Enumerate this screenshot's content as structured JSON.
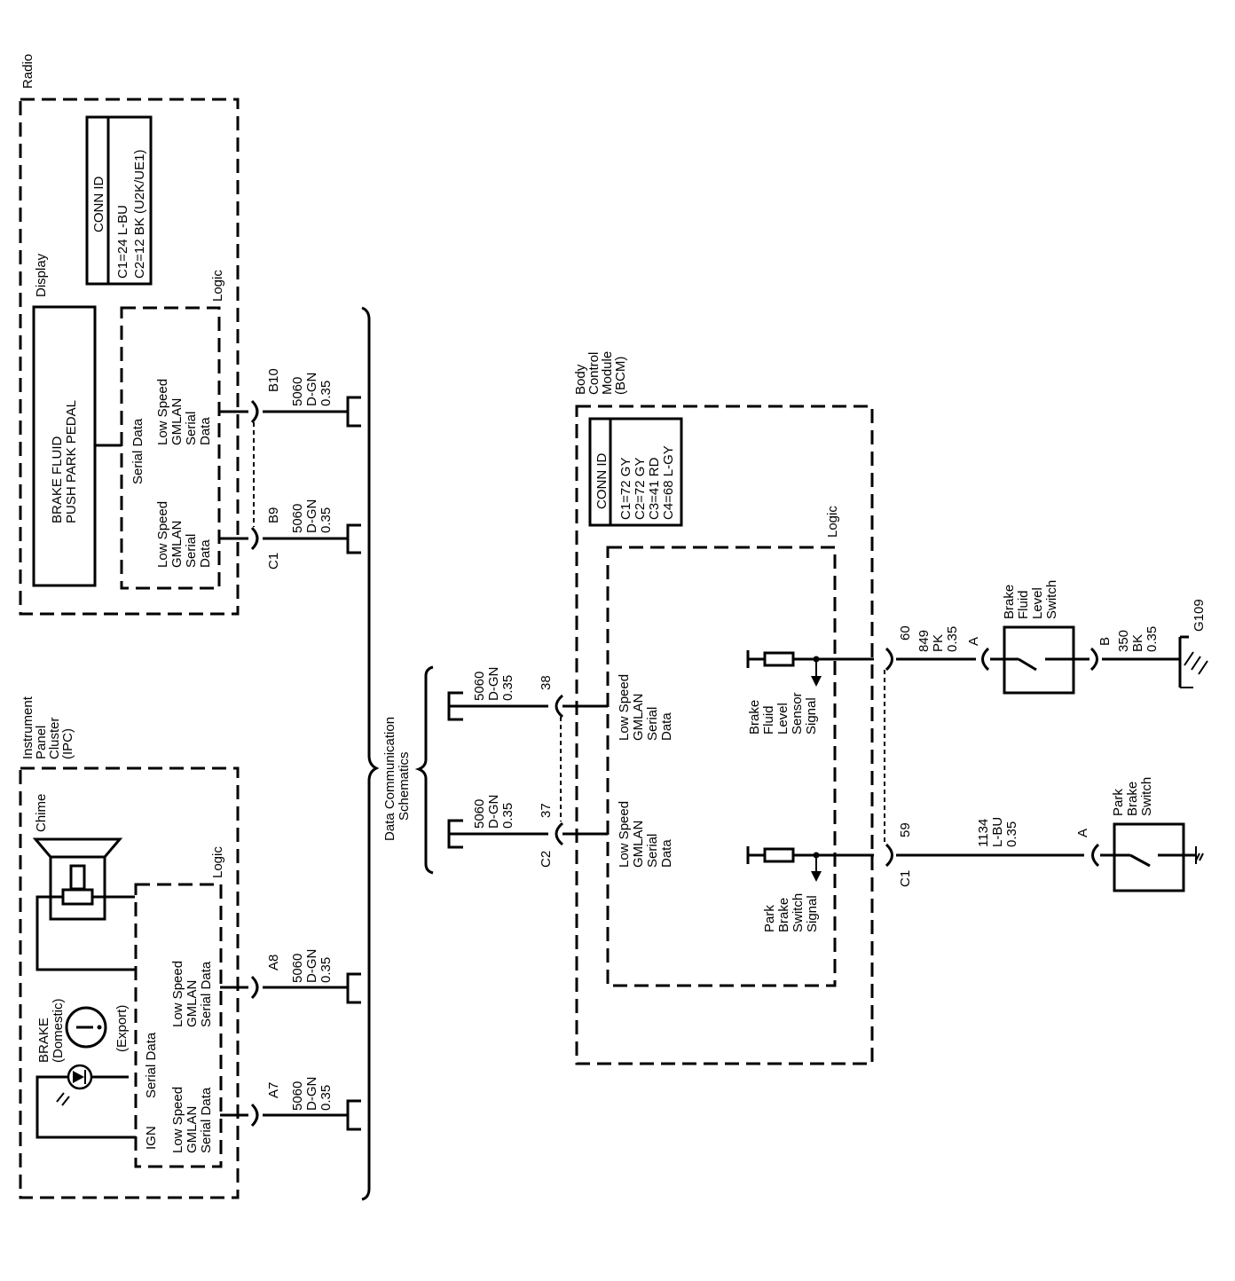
{
  "radio": {
    "title": "Radio",
    "display_label": "Display",
    "display_text": [
      "BRAKE FLUID",
      "PUSH PARK PEDAL"
    ],
    "logic_label": "Logic",
    "serial_data_label": "Serial Data",
    "conn_id": {
      "title": "CONN ID",
      "lines": [
        "C1=24 L-BU",
        "C2=12 BK (U2K/UE1)"
      ]
    },
    "b10": {
      "pin": "B10",
      "signal": [
        "Low Speed",
        "GMLAN",
        "Serial",
        "Data"
      ],
      "wire": [
        "5060",
        "D-GN",
        "0.35"
      ]
    },
    "b9": {
      "pin": "B9",
      "signal": [
        "Low Speed",
        "GMLAN",
        "Serial",
        "Data"
      ],
      "wire": [
        "5060",
        "D-GN",
        "0.35"
      ]
    },
    "connector": "C1"
  },
  "ipc": {
    "title": [
      "Instrument",
      "Panel",
      "Cluster",
      "(IPC)"
    ],
    "chime_label": "Chime",
    "logic_label": "Logic",
    "brake_label": [
      "BRAKE",
      "(Domestic)"
    ],
    "export_label": "(Export)",
    "serial_data_label": "Serial Data",
    "ign_label": "IGN",
    "a8": {
      "pin": "A8",
      "signal": [
        "Low Speed",
        "GMLAN",
        "Serial Data"
      ],
      "wire": [
        "5060",
        "D-GN",
        "0.35"
      ]
    },
    "a7": {
      "pin": "A7",
      "signal": [
        "Low Speed",
        "GMLAN",
        "Serial Data"
      ],
      "wire": [
        "5060",
        "D-GN",
        "0.35"
      ]
    }
  },
  "dcs": {
    "label": [
      "Data Communication",
      "Schematics"
    ]
  },
  "bcm": {
    "title": [
      "Body",
      "Control",
      "Module",
      "(BCM)"
    ],
    "logic_label": "Logic",
    "conn_id": {
      "title": "CONN ID",
      "lines": [
        "C1=72 GY",
        "C2=72 GY",
        "C3=41 RD",
        "C4=68 L-GY"
      ]
    },
    "pin38": {
      "pin": "38",
      "signal": [
        "Low Speed",
        "GMLAN",
        "Serial",
        "Data"
      ],
      "wire": [
        "5060",
        "D-GN",
        "0.35"
      ]
    },
    "pin37": {
      "pin": "37",
      "signal": [
        "Low Speed",
        "GMLAN",
        "Serial",
        "Data"
      ],
      "wire": [
        "5060",
        "D-GN",
        "0.35"
      ]
    },
    "c2": "C2",
    "c1": "C1",
    "brake_fluid_signal": [
      "Brake",
      "Fluid",
      "Level",
      "Sensor",
      "Signal"
    ],
    "park_brake_signal": [
      "Park",
      "Brake",
      "Switch",
      "Signal"
    ],
    "pin60": {
      "pin": "60",
      "wire": [
        "849",
        "PK",
        "0.35"
      ]
    },
    "pin59": {
      "pin": "59",
      "wire": [
        "1134",
        "L-BU",
        "0.35"
      ]
    }
  },
  "brake_fluid_switch": {
    "name": [
      "Brake",
      "Fluid",
      "Level",
      "Switch"
    ],
    "pin_a": "A",
    "pin_b": "B",
    "ground_wire": [
      "350",
      "BK",
      "0.35"
    ],
    "ground": "G109"
  },
  "park_brake_switch": {
    "name": [
      "Park",
      "Brake",
      "Switch"
    ],
    "pin_a": "A"
  }
}
